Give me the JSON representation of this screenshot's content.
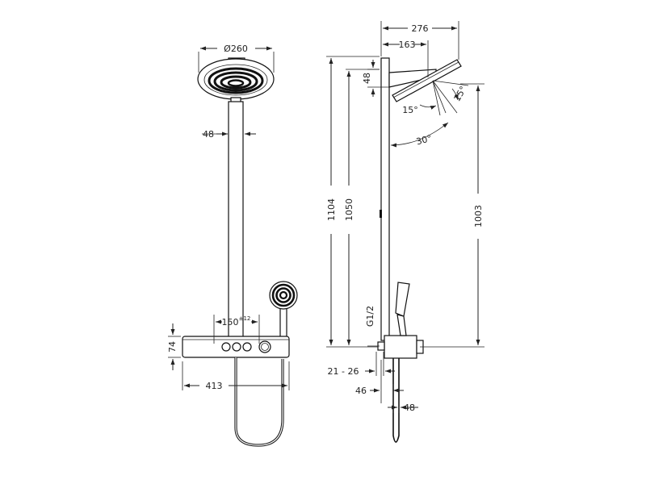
{
  "drawing": {
    "front_view": {
      "head_diameter": "Ø260",
      "pipe_width": "48",
      "thermostat_spacing": "150",
      "thermostat_spacing_tol": "±12",
      "thermostat_height": "74",
      "thermostat_width": "413"
    },
    "side_view": {
      "projection_total": "276",
      "projection_head": "163",
      "head_height": "48",
      "tilt_left": "15°",
      "tilt_right": "15°",
      "tilt_total": "30°",
      "total_height": "1104",
      "column_height": "1050",
      "head_above_outlet": "1003",
      "thread": "G1/2",
      "wall_distance": "21 - 26",
      "outlet_offset": "46",
      "hand_width": "48"
    }
  }
}
